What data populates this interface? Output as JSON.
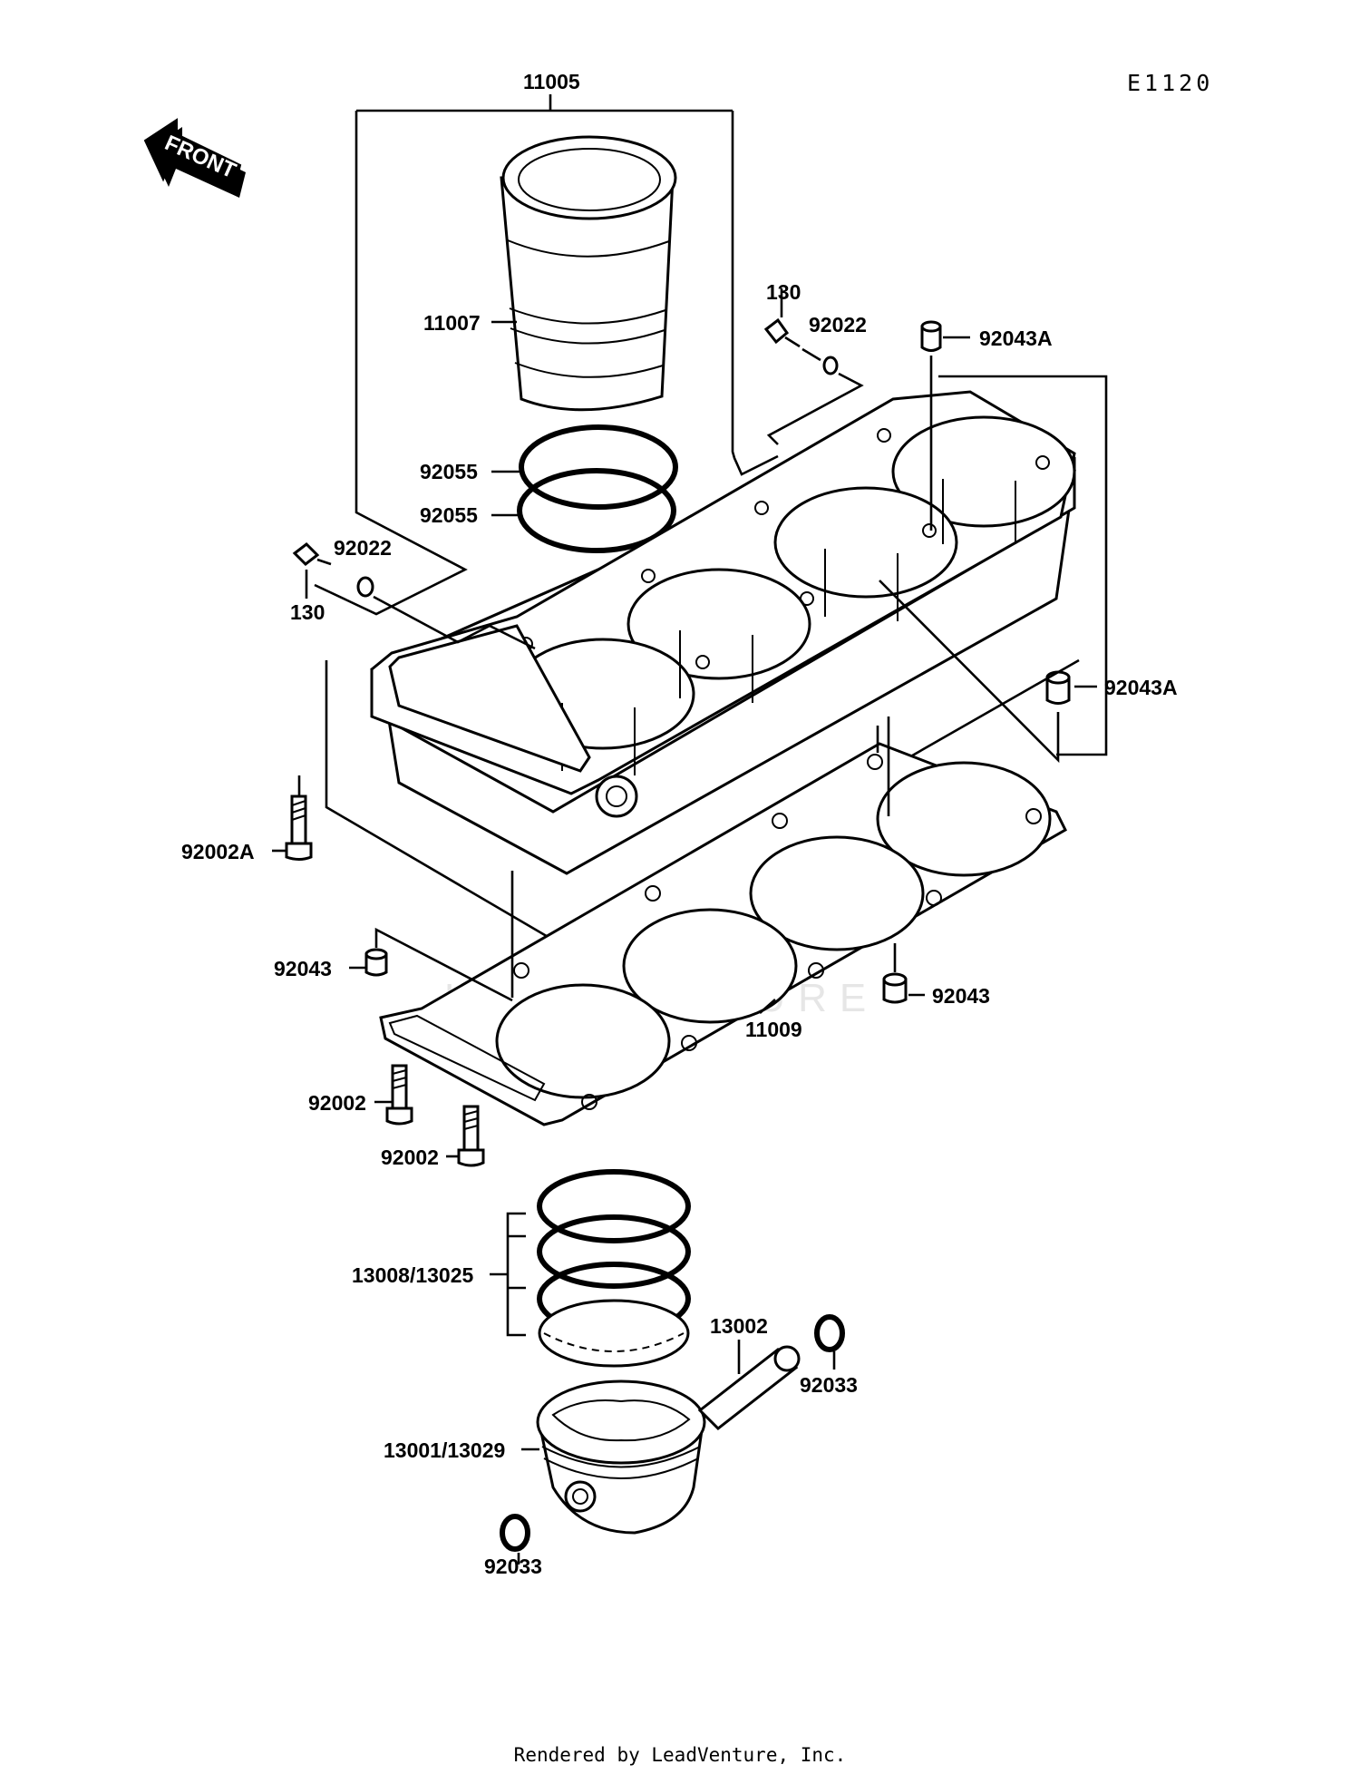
{
  "diagram": {
    "code": "E1120",
    "front_label": "FRONT",
    "watermark": "LEADVENTURE",
    "footer": "Rendered by LeadVenture, Inc.",
    "labels": {
      "p11005": "11005",
      "p11007": "11007",
      "p130_top": "130",
      "p92022_top": "92022",
      "p92043A_top": "92043A",
      "p92055_a": "92055",
      "p92055_b": "92055",
      "p92022_left": "92022",
      "p130_left": "130",
      "p92043A_right": "92043A",
      "p92002A": "92002A",
      "p92043_left": "92043",
      "p92043_right": "92043",
      "p11009": "11009",
      "p92002_a": "92002",
      "p92002_b": "92002",
      "p13008": "13008/13025",
      "p13002": "13002",
      "p92033_right": "92033",
      "p13001": "13001/13029",
      "p92033_left": "92033"
    }
  }
}
